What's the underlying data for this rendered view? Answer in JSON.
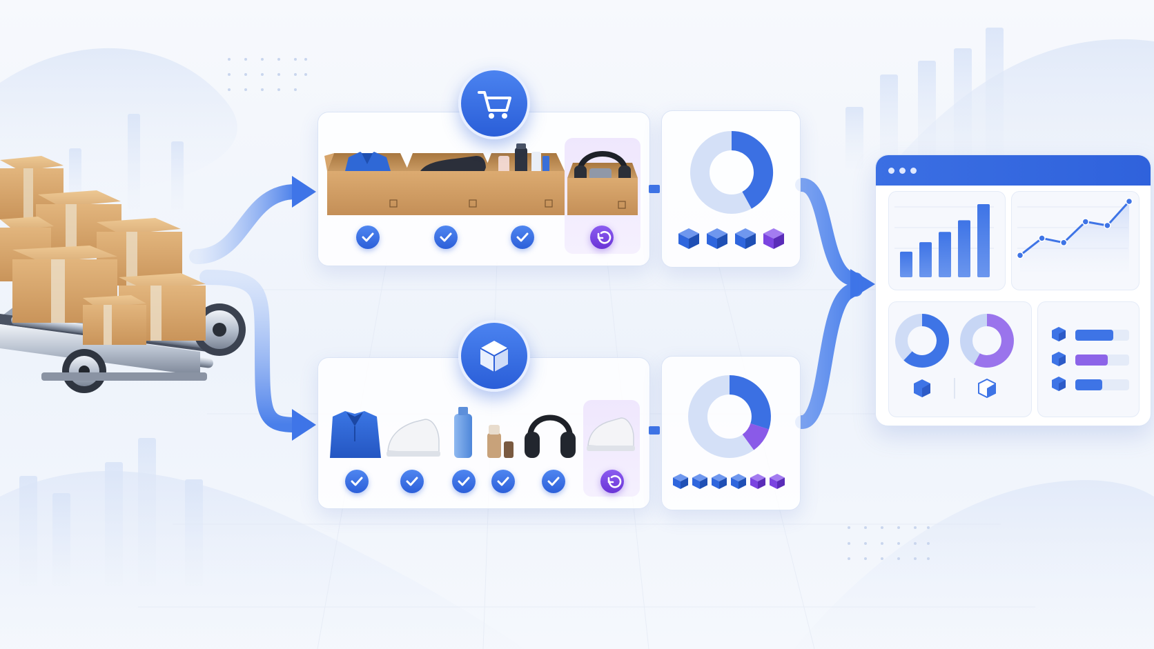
{
  "colors": {
    "primary": "#2f66dd",
    "primary_light": "#8fb2f5",
    "accent_purple": "#7b44e0",
    "card_border": "#dbe4f5",
    "box_cardboard": "#d4a36a"
  },
  "icons": {
    "top_badge": "shopping-cart-icon",
    "bottom_badge": "package-icon",
    "accepted": "checkmark-icon",
    "returned": "return-arrow-icon",
    "cube": "cube-icon"
  },
  "top_row": {
    "items": [
      {
        "product": "polo-shirt",
        "packaging": "box",
        "status": "accepted"
      },
      {
        "product": "sneaker",
        "packaging": "box",
        "status": "accepted"
      },
      {
        "product": "cosmetics",
        "packaging": "box",
        "status": "accepted"
      },
      {
        "product": "headphones",
        "packaging": "box",
        "status": "returned"
      }
    ],
    "donut_fraction": 0.42,
    "cubes": [
      "blue",
      "blue",
      "blue",
      "purple"
    ]
  },
  "bottom_row": {
    "items": [
      {
        "product": "polo-shirt",
        "status": "accepted"
      },
      {
        "product": "sneaker",
        "status": "accepted"
      },
      {
        "product": "bottle",
        "status": "accepted"
      },
      {
        "product": "cosmetics",
        "status": "accepted"
      },
      {
        "product": "headphones",
        "status": "accepted"
      },
      {
        "product": "sneaker",
        "status": "returned"
      }
    ],
    "donut_blue_fraction": 0.3,
    "donut_purple_fraction": 0.1,
    "cubes": [
      "blue",
      "blue",
      "blue",
      "blue",
      "purple",
      "purple"
    ]
  },
  "dashboard": {
    "bar_values": [
      0.35,
      0.48,
      0.62,
      0.78,
      1.0
    ],
    "line_values": [
      0.15,
      0.42,
      0.35,
      0.68,
      0.62,
      1.0
    ],
    "donut_a_fraction": 0.62,
    "donut_b_fraction": 0.58,
    "progress_values": [
      0.7,
      0.6,
      0.5
    ],
    "progress_colors": [
      "#3e74e6",
      "#8c64e8",
      "#3e74e6"
    ]
  }
}
